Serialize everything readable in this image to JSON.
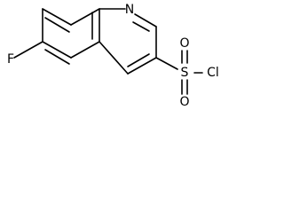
{
  "labels": {
    "nitrogen": "N",
    "fluorine": "F",
    "sulfur": "S",
    "oxygen_top": "O",
    "oxygen_bottom": "O",
    "chlorine": "Cl"
  },
  "colors": {
    "bond": "#000000",
    "label": "#000000",
    "background": "#ffffff"
  }
}
